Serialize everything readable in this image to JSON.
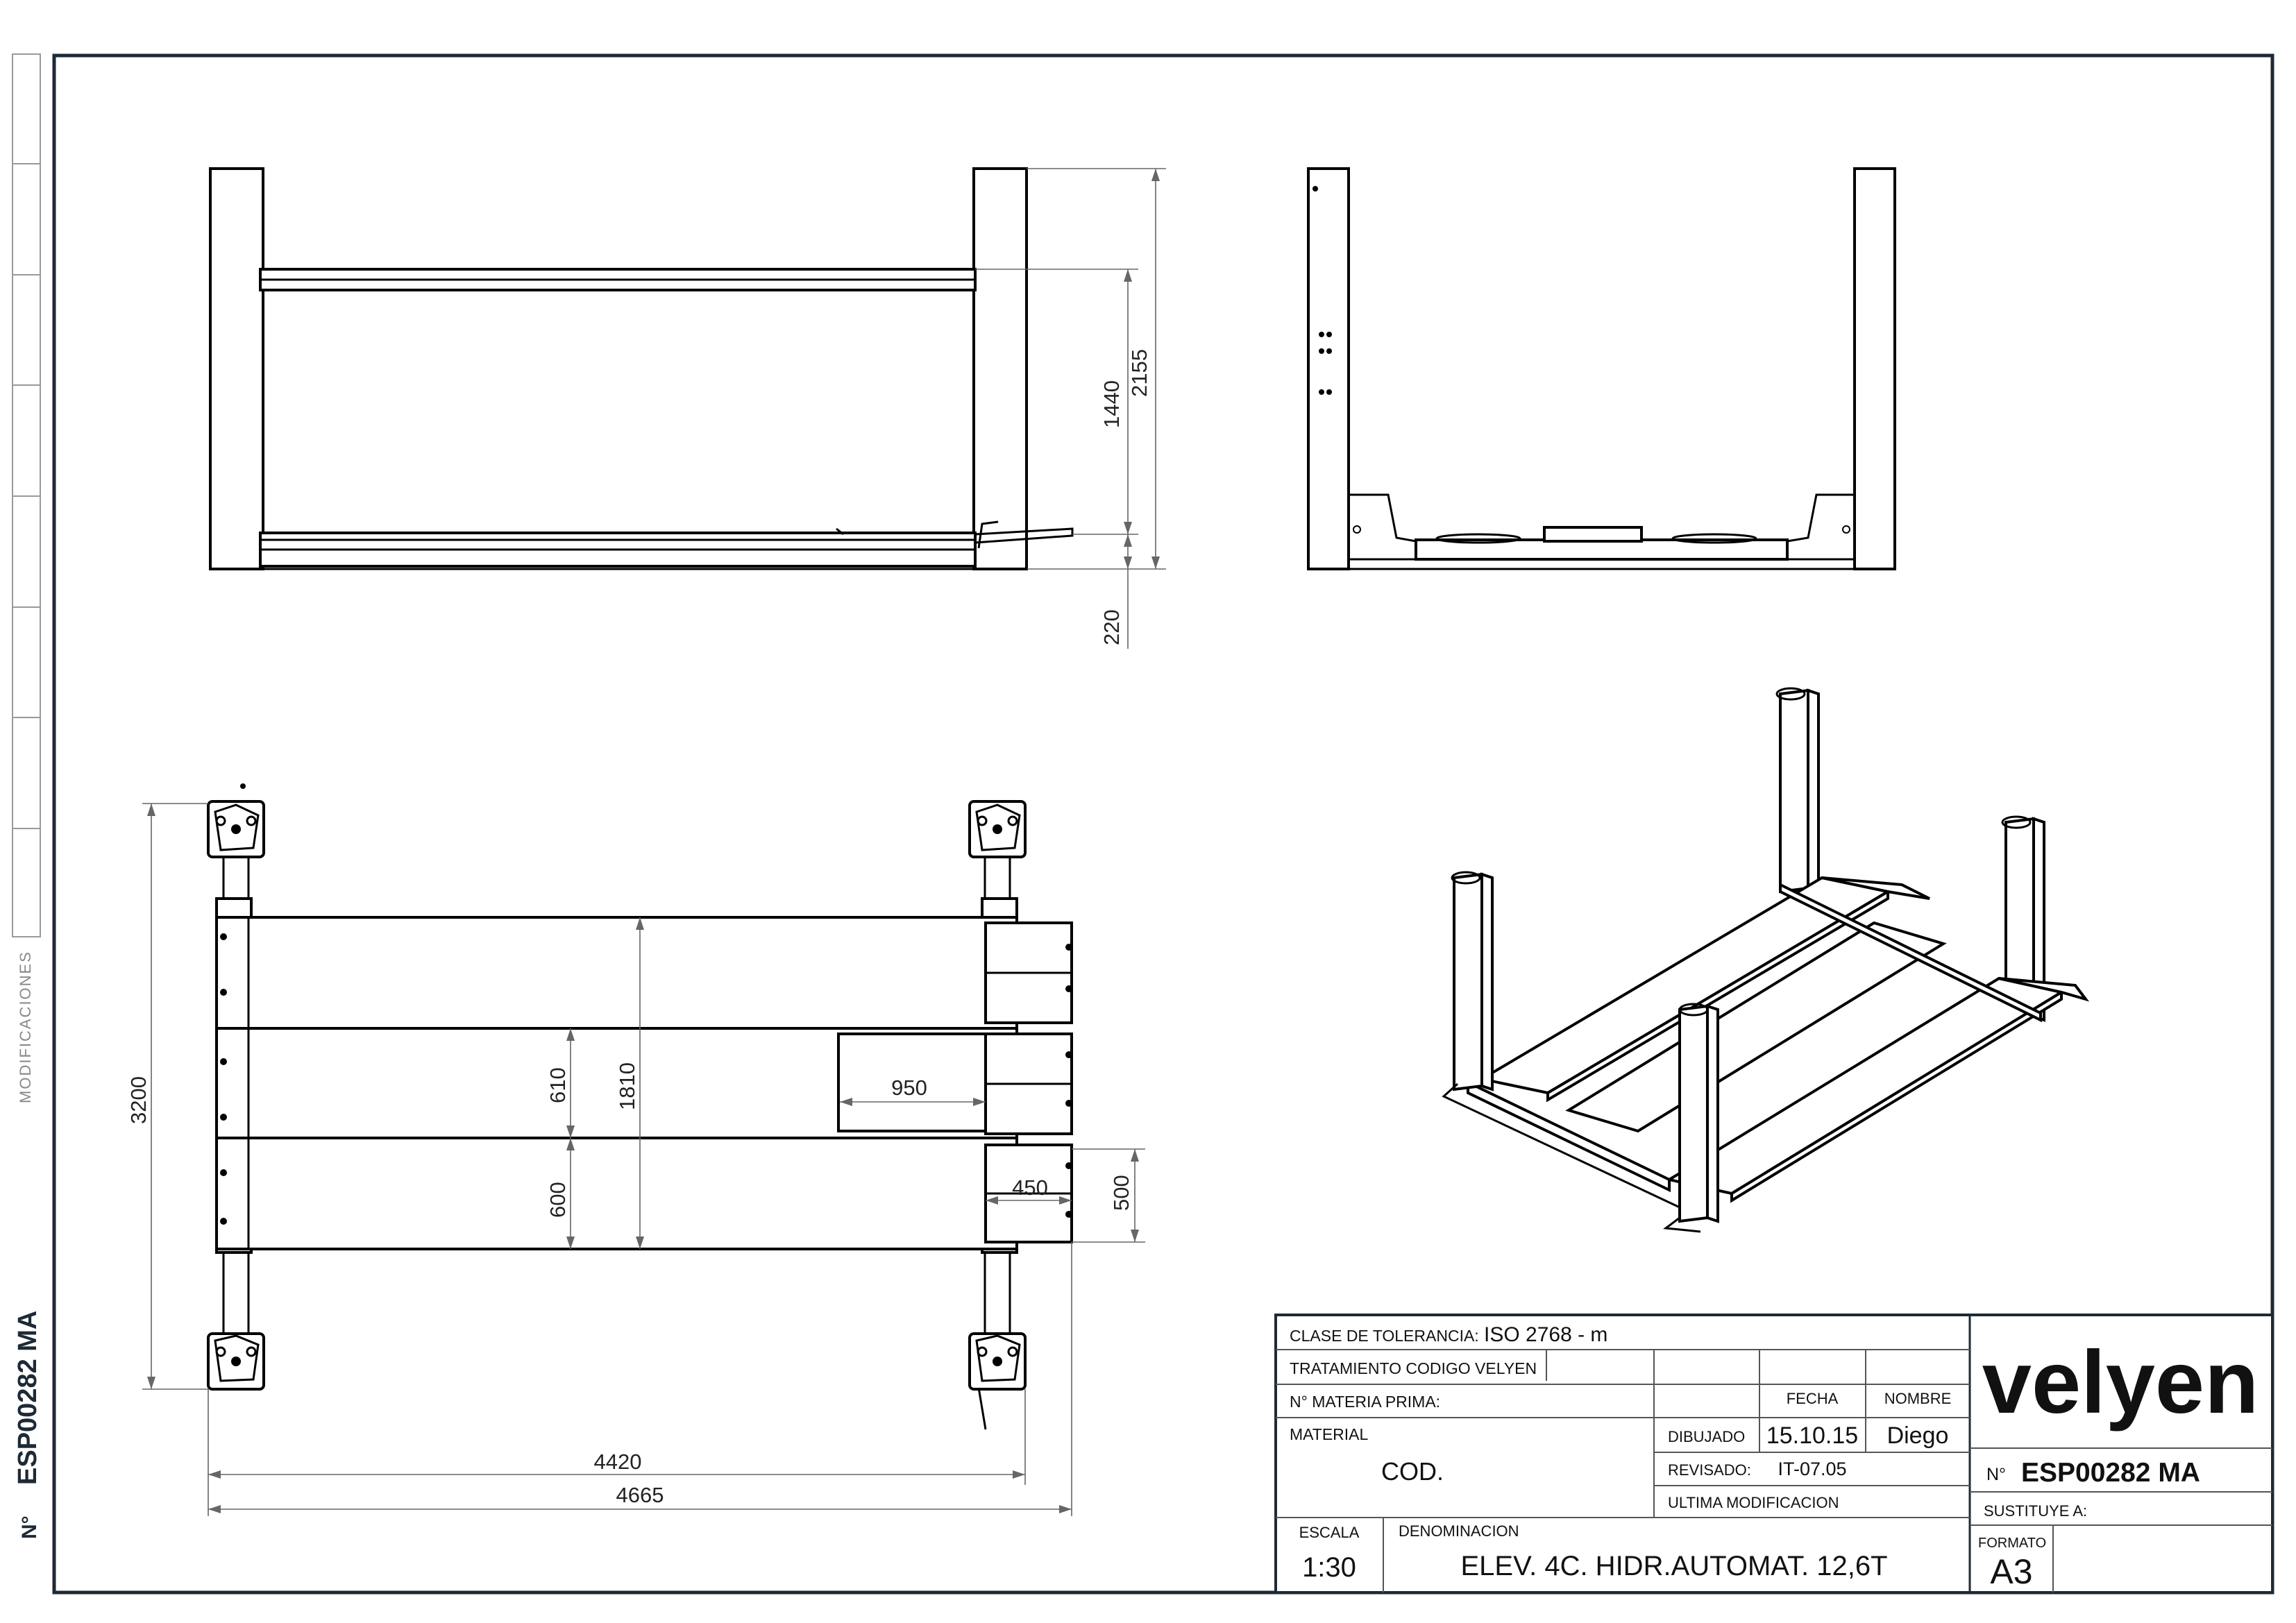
{
  "side_strip": {
    "modifications_label": "MODIFICACIONES",
    "number_prefix": "N°",
    "number": "ESP00282 MA"
  },
  "dimensions": {
    "front_overall_height": "2155",
    "front_column_height": "1440",
    "front_base": "220",
    "plan_runway_spacing": "3200",
    "plan_gap": "610",
    "plan_width": "1810",
    "plan_runway_width": "600",
    "plan_jack_length": "950",
    "plan_ramp_length": "450",
    "plan_ramp_width": "500",
    "plan_inner_length": "4420",
    "plan_overall_length": "4665"
  },
  "title_block": {
    "tolerance_label": "CLASE DE TOLERANCIA:",
    "tolerance_value": "ISO  2768 - m",
    "treatment_label": "TRATAMIENTO CODIGO VELYEN",
    "raw_material_label": "N° MATERIA PRIMA:",
    "date_header": "FECHA",
    "name_header": "NOMBRE",
    "material_label": "MATERIAL",
    "material_value": "COD.",
    "drawn_label": "DIBUJADO",
    "drawn_date": "15.10.15",
    "drawn_name": "Diego",
    "revised_label": "REVISADO:",
    "revised_value": "IT-07.05",
    "last_mod_label": "ULTIMA MODIFICACION",
    "scale_label": "ESCALA",
    "scale_value": "1:30",
    "denomination_label": "DENOMINACION",
    "denomination_value": "ELEV. 4C. HIDR.AUTOMAT. 12,6T",
    "logo_text": "velyen",
    "number_prefix": "N°",
    "number_value": "ESP00282 MA",
    "replaces_label": "SUSTITUYE A:",
    "format_label": "FORMATO",
    "format_value": "A3"
  },
  "colors": {
    "frame": "#1e2a36",
    "logo": "#1f2b3a"
  }
}
